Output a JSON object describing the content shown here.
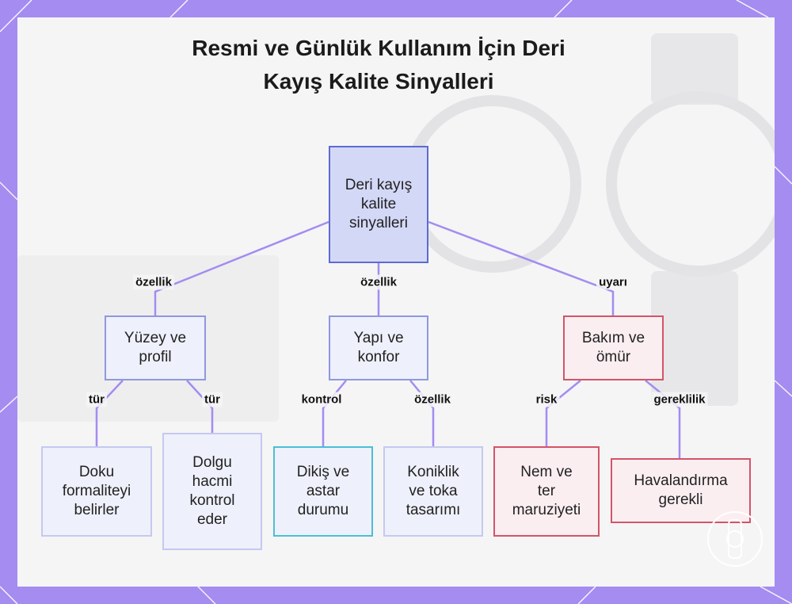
{
  "title": "Resmi ve Günlük Kullanım İçin Deri\nKayış Kalite Sinyalleri",
  "nodes": {
    "root": "Deri kayış\nkalite\nsinyalleri",
    "surface": "Yüzey ve\nprofil",
    "structure": "Yapı ve\nkonfor",
    "care": "Bakım ve\nömür",
    "texture": "Doku\nformaliteyi\nbelirler",
    "padding": "Dolgu\nhacmi\nkontrol\neder",
    "stitching": "Dikiş ve\nastar\ndurumu",
    "taper": "Koniklik\nve toka\ntasarımı",
    "moisture": "Nem ve\nter\nmaruziyeti",
    "ventilation": "Havalandırma\ngerekli"
  },
  "edges": {
    "root_surface": "özellik",
    "root_structure": "özellik",
    "root_care": "uyarı",
    "surface_texture": "tür",
    "surface_padding": "tür",
    "structure_stitching": "kontrol",
    "structure_taper": "özellik",
    "care_moisture": "risk",
    "care_ventilation": "gereklilik"
  },
  "colors": {
    "frame": "#a48cf0",
    "edge": "#a48cf0",
    "root_fill": "#d4d8f7",
    "root_border": "#5e6ad2",
    "warning_border": "#d45468",
    "control_border": "#4cbed6"
  }
}
